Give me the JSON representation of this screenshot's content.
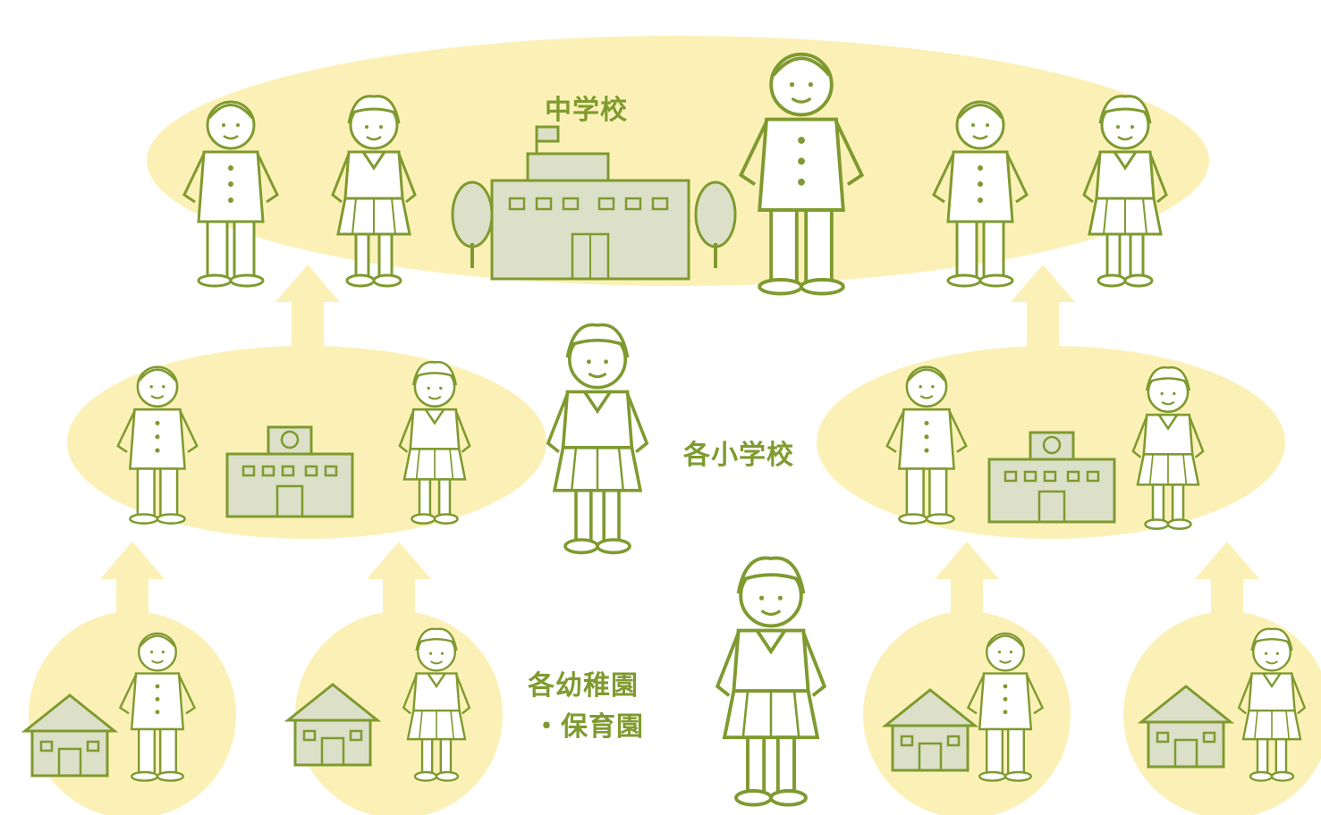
{
  "labels": {
    "junior_high": "中学校",
    "elementary": "各小学校",
    "kindergarten_line1": "各幼稚園",
    "kindergarten_line2": "・保育園"
  },
  "colors": {
    "zone_fill": "#fbf1b7",
    "line": "#7f9a2f",
    "building_fill": "#dde0c8",
    "label": "#7f9a2f"
  }
}
